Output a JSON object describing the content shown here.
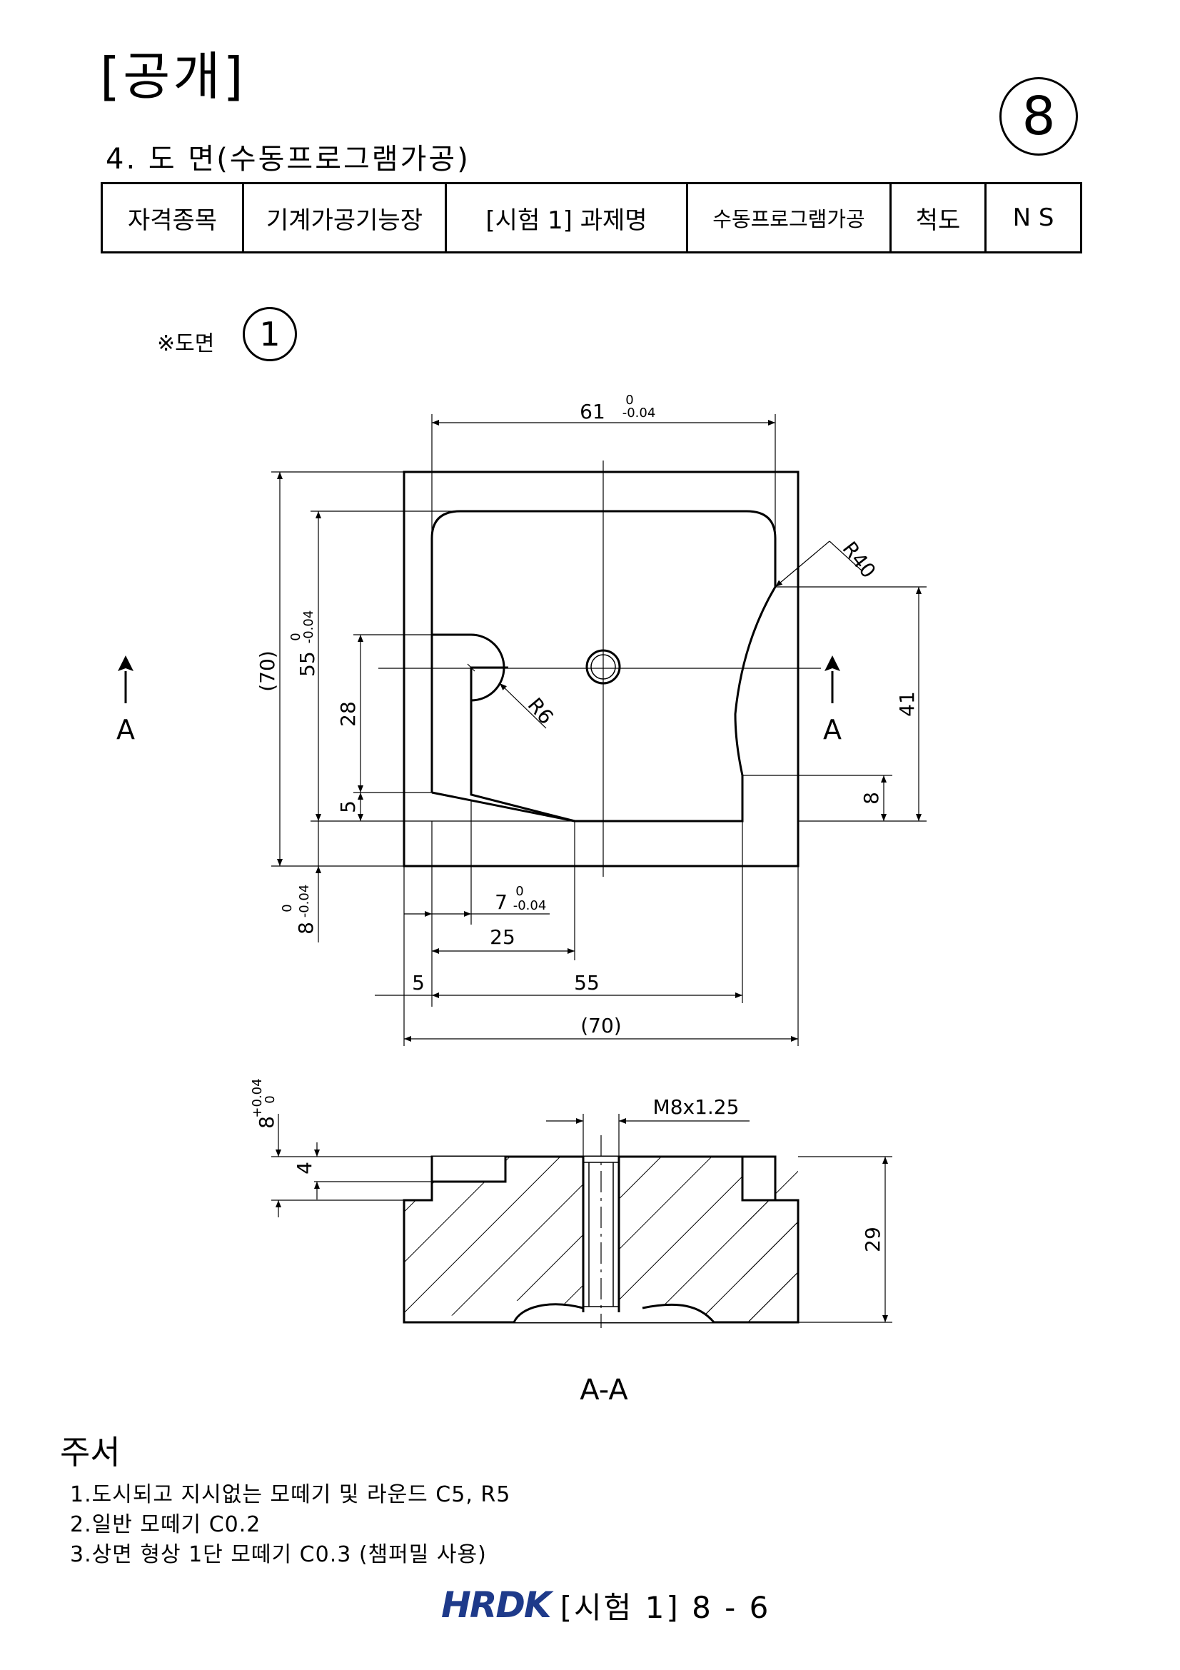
{
  "header": {
    "title": "[공개]",
    "sheet_number": "8",
    "section_heading": "4. 도 면(수동프로그램가공)"
  },
  "info_table": {
    "field_label": "자격종목",
    "field_value": "기계가공기능장",
    "task_label": "[시험 1] 과제명",
    "task_value": "수동프로그램가공",
    "scale_label": "척도",
    "scale_value": "N S"
  },
  "sheet": {
    "label": "※도면",
    "number": "1"
  },
  "top_view": {
    "dim_width_top": "61",
    "tol_width_top": "-0.04",
    "tol_zero": "0",
    "dim_outer_height": "(70)",
    "dim_pocket_height": "55",
    "tol_pocket_height": "-0.04",
    "dim_28": "28",
    "dim_5_left": "5",
    "dim_41": "41",
    "dim_8_right": "8",
    "dim_8_bottom": "8",
    "tol_8_bottom": "-0.04",
    "dim_7": "7",
    "tol_7": "-0.04",
    "dim_25": "25",
    "dim_5_bottom": "5",
    "dim_55": "55",
    "dim_outer_width": "(70)",
    "radius_r40": "R40",
    "radius_r6": "R6",
    "section_mark": "A"
  },
  "section_view": {
    "dim_thread": "M8x1.25",
    "dim_step": "8",
    "tol_step_plus": "+0.04",
    "tol_step_zero": "0",
    "dim_4": "4",
    "dim_29": "29",
    "label": "A-A"
  },
  "notes": {
    "title": "주서",
    "items": [
      "1.도시되고 지시없는 모떼기 및 라운드 C5, R5",
      "2.일반 모떼기 C0.2",
      "3.상면 형상 1단 모떼기 C0.3 (챔퍼밀 사용)"
    ]
  },
  "footer": {
    "logo": "HRDK",
    "text": "[시험 1] 8 - 6"
  },
  "colors": {
    "line": "#000000",
    "logo": "#1e3a8a"
  }
}
